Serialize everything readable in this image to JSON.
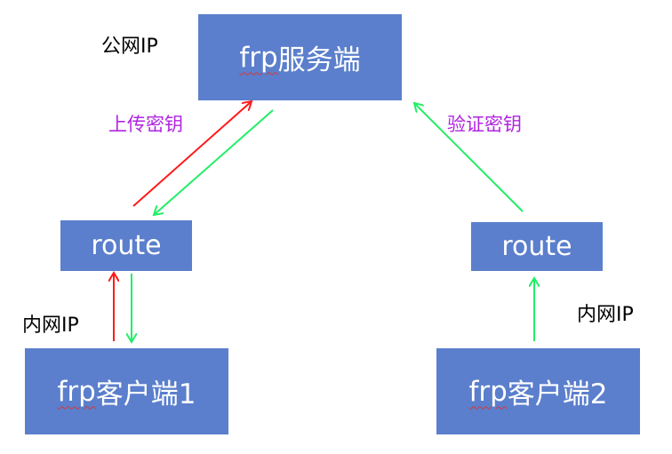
{
  "server": {
    "prefix": "frp",
    "suffix": "服务端"
  },
  "route_left": "route",
  "route_right": "route",
  "client1": {
    "prefix": "frp",
    "suffix": "客户端1"
  },
  "client2": {
    "prefix": "frp",
    "suffix": "客户端2"
  },
  "labels": {
    "public_ip": "公网IP",
    "private_ip_left": "内网IP",
    "private_ip_right": "内网IP",
    "upload_key": "上传密钥",
    "verify_key": "验证密钥"
  },
  "colors": {
    "box": "#5b7fcc",
    "arrow_red": "#ff1a1a",
    "arrow_green": "#22ee66",
    "label_purple": "#b025e0"
  }
}
